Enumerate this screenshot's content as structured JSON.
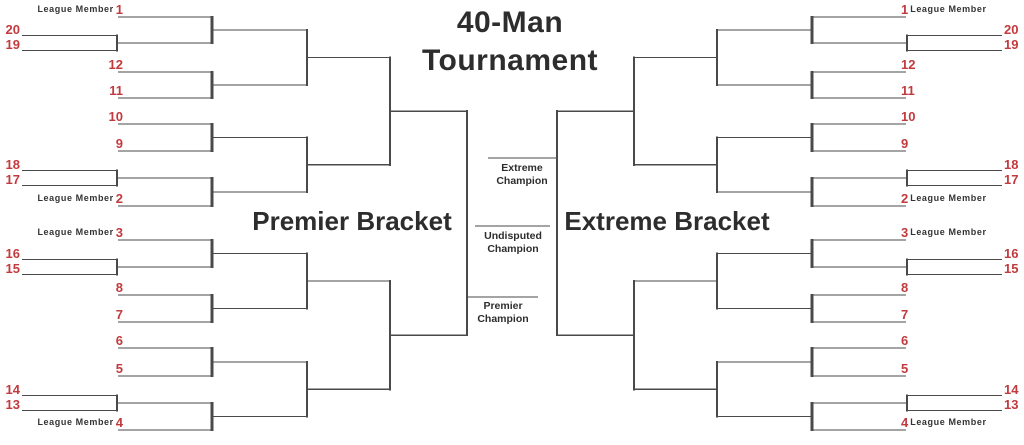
{
  "title": {
    "line1": "40-Man",
    "line2": "Tournament"
  },
  "bracket": {
    "left": {
      "name": "Premier Bracket"
    },
    "right": {
      "name": "Extreme Bracket"
    },
    "league_member_label": "League Member",
    "matches": [
      {
        "top": {
          "type": "seed",
          "seed": "1",
          "league_member": true
        },
        "bottom": {
          "type": "playin",
          "seeds": [
            "20",
            "19"
          ]
        }
      },
      {
        "top": {
          "type": "seed",
          "seed": "12"
        },
        "bottom": {
          "type": "seed",
          "seed": "11"
        }
      },
      {
        "top": {
          "type": "seed",
          "seed": "10"
        },
        "bottom": {
          "type": "seed",
          "seed": "9"
        }
      },
      {
        "top": {
          "type": "playin",
          "seeds": [
            "18",
            "17"
          ]
        },
        "bottom": {
          "type": "seed",
          "seed": "2",
          "league_member": true
        }
      },
      {
        "top": {
          "type": "seed",
          "seed": "3",
          "league_member": true
        },
        "bottom": {
          "type": "playin",
          "seeds": [
            "16",
            "15"
          ]
        }
      },
      {
        "top": {
          "type": "seed",
          "seed": "8"
        },
        "bottom": {
          "type": "seed",
          "seed": "7"
        }
      },
      {
        "top": {
          "type": "seed",
          "seed": "6"
        },
        "bottom": {
          "type": "seed",
          "seed": "5"
        }
      },
      {
        "top": {
          "type": "playin",
          "seeds": [
            "14",
            "13"
          ]
        },
        "bottom": {
          "type": "seed",
          "seed": "4",
          "league_member": true
        }
      }
    ]
  },
  "center": {
    "extreme": {
      "line1": "Extreme",
      "line2": "Champion"
    },
    "undisputed": {
      "line1": "Undisputed",
      "line2": "Champion"
    },
    "premier": {
      "line1": "Premier",
      "line2": "Champion"
    }
  },
  "colors": {
    "seed_number": "#c23a3e",
    "line": "#4a4a4a",
    "text": "#2d2d2d"
  }
}
